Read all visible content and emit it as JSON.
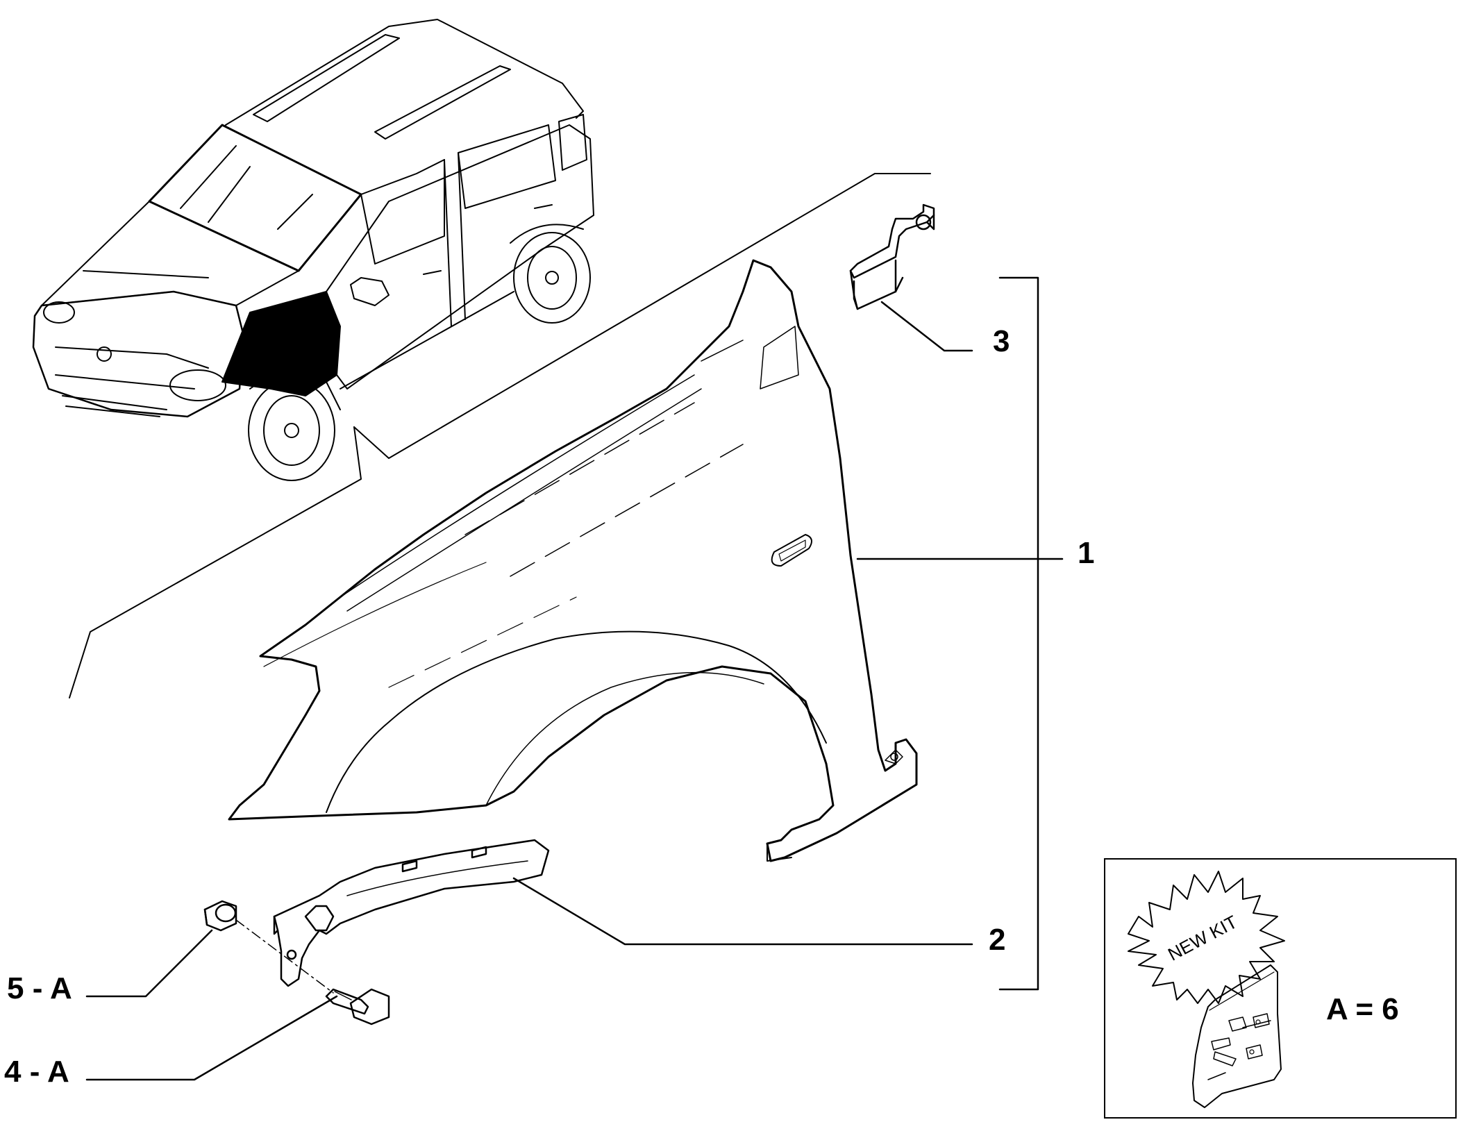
{
  "callouts": {
    "part_1": "1",
    "part_2": "2",
    "part_3": "3",
    "part_4": "4 - A",
    "part_5": "5 - A"
  },
  "kit": {
    "badge_text": "NEW KIT",
    "quantity_label": "A = 6"
  },
  "colors": {
    "line": "#000000",
    "fill_highlight": "#000000",
    "background": "#ffffff"
  }
}
